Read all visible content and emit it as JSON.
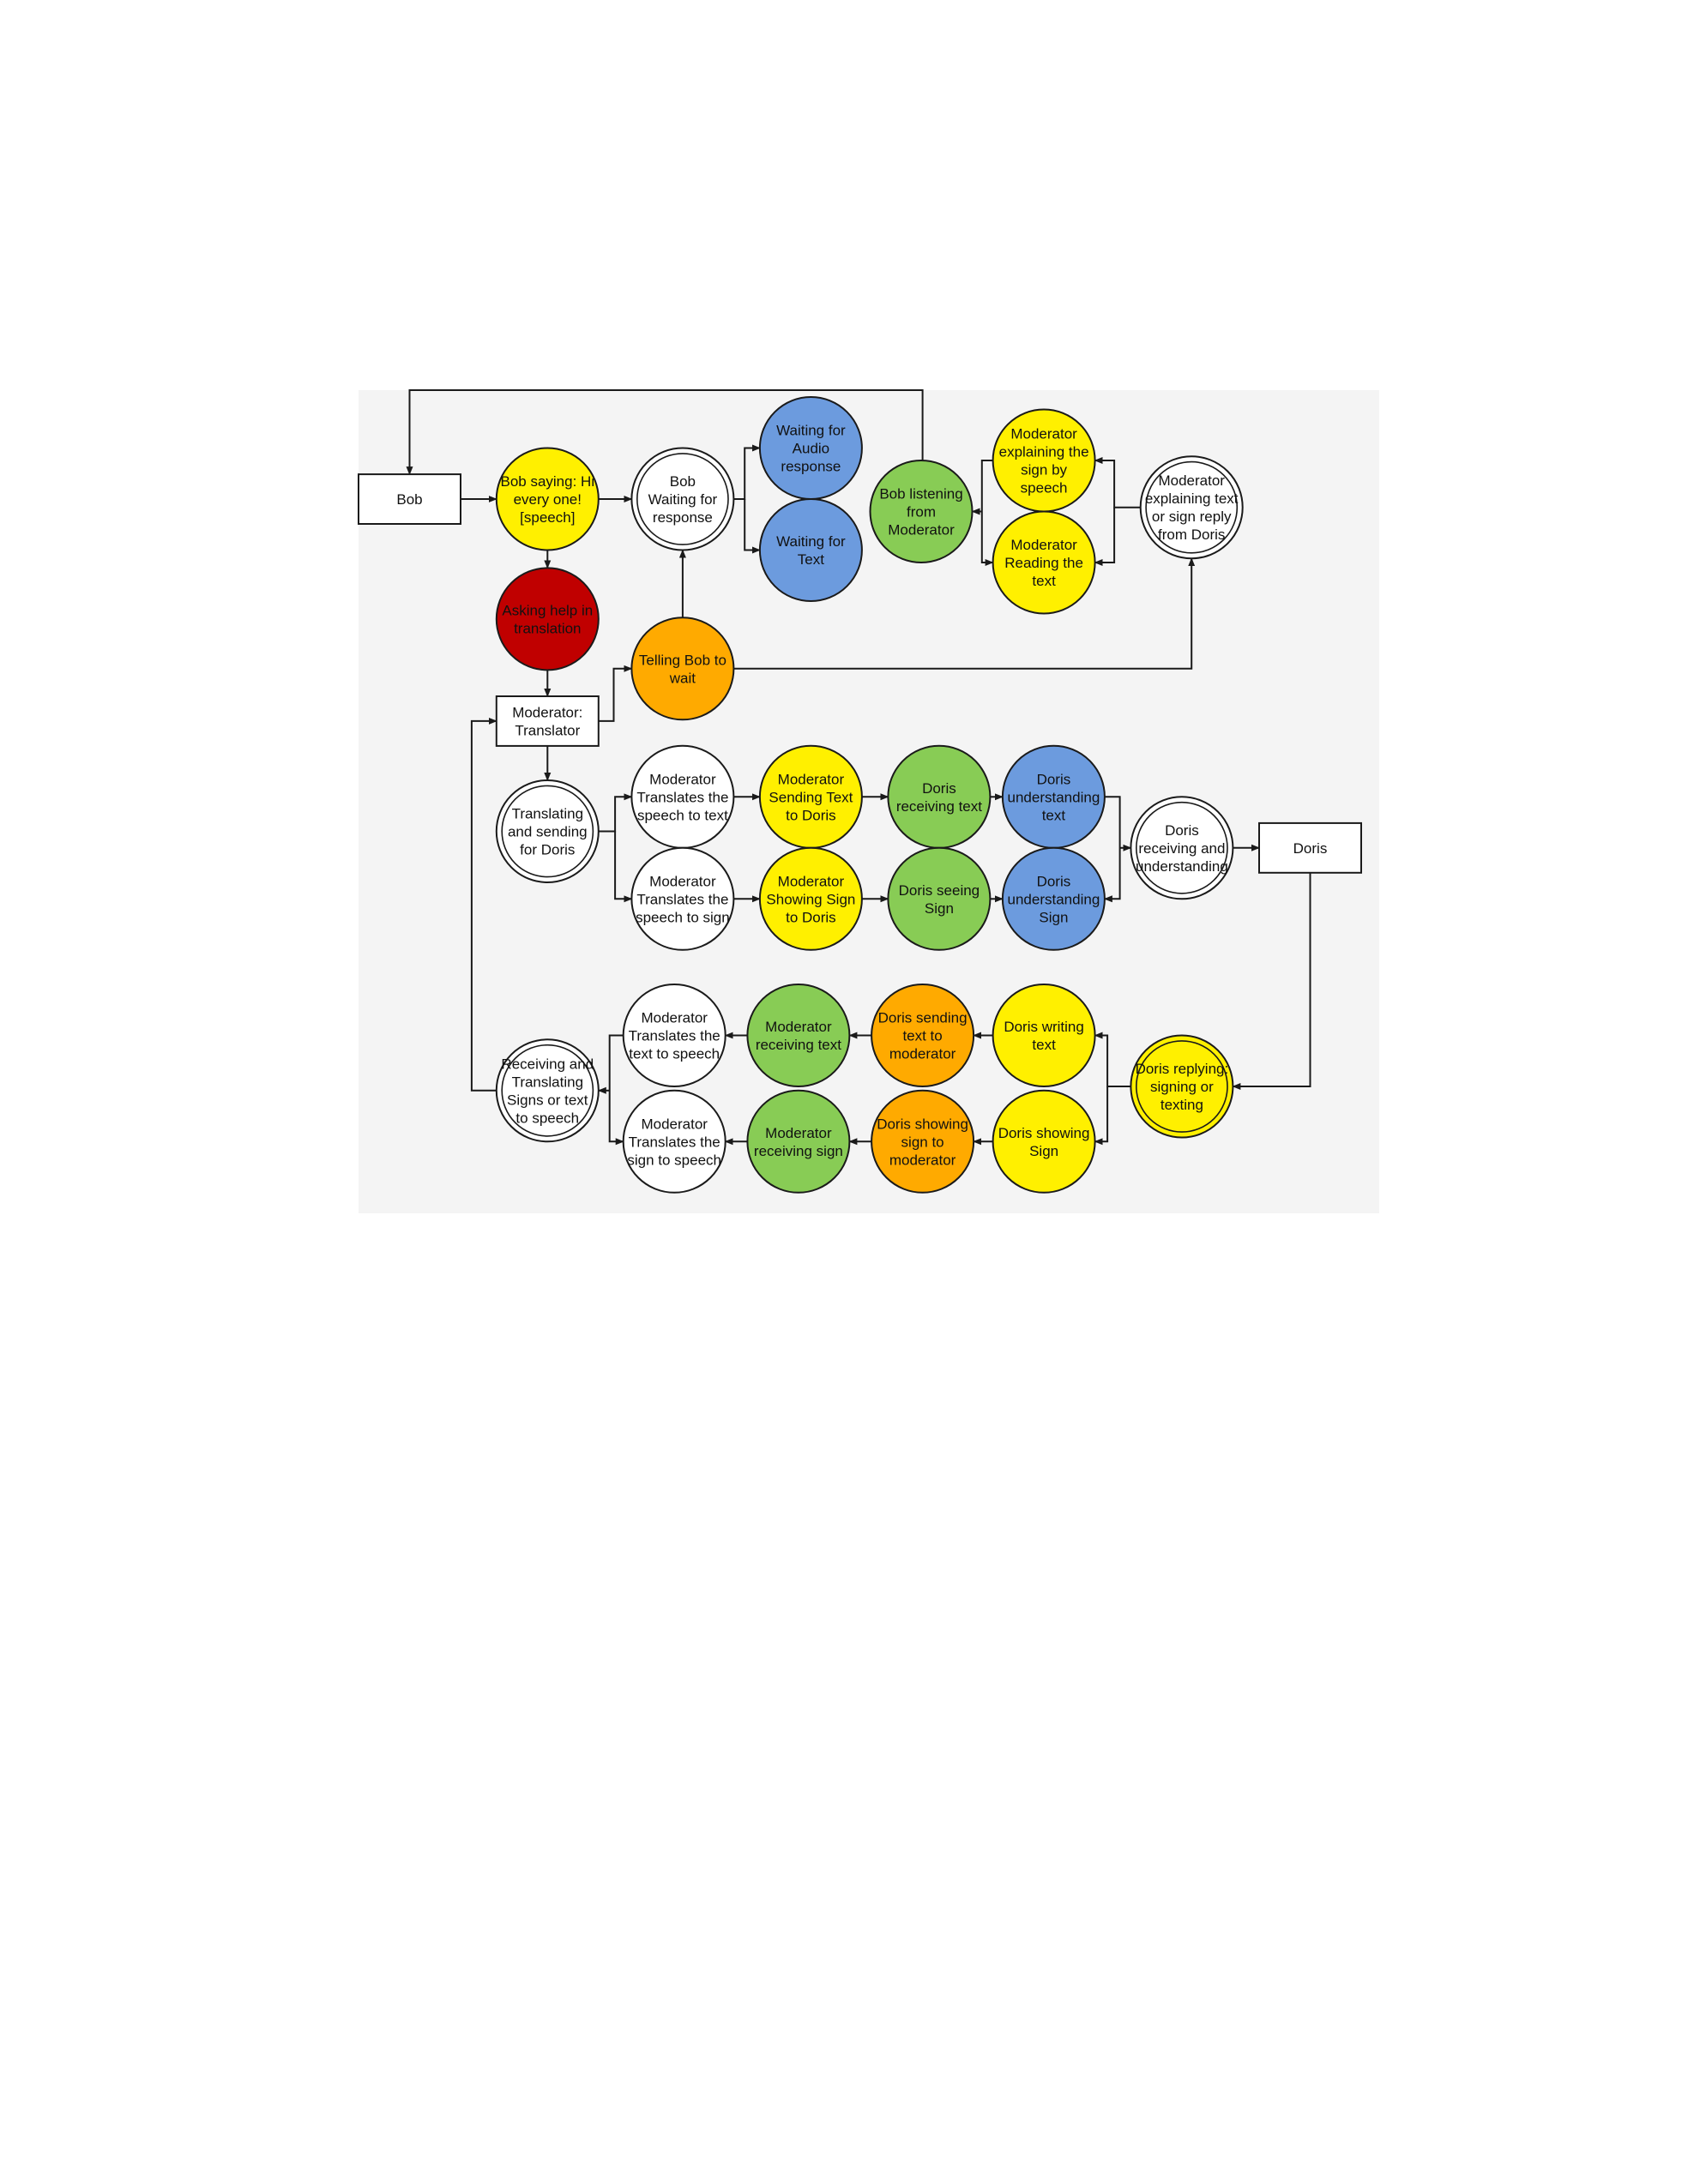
{
  "colors": {
    "yellow": "#FFF000",
    "red": "#C00000",
    "orange": "#FFAA00",
    "blue": "#6C9BDE",
    "green": "#88CC55",
    "white": "#FFFFFF",
    "stroke": "#1a1a1a",
    "background": "#F4F4F4"
  },
  "nodes": [
    {
      "id": "bob",
      "shape": "rect",
      "color": "white",
      "lines": [
        "Bob"
      ]
    },
    {
      "id": "bob_saying",
      "shape": "circle",
      "color": "yellow",
      "lines": [
        "Bob saying: Hi",
        "every one!",
        "[speech]"
      ]
    },
    {
      "id": "bob_waiting",
      "shape": "double",
      "color": "white",
      "lines": [
        "Bob",
        "Waiting for",
        "response"
      ]
    },
    {
      "id": "wait_audio",
      "shape": "circle",
      "color": "blue",
      "lines": [
        "Waiting for",
        "Audio",
        "response"
      ]
    },
    {
      "id": "wait_text",
      "shape": "circle",
      "color": "blue",
      "lines": [
        "Waiting for",
        "Text"
      ]
    },
    {
      "id": "bob_listening",
      "shape": "circle",
      "color": "green",
      "lines": [
        "Bob listening",
        "from",
        "Moderator"
      ]
    },
    {
      "id": "mod_explain_sign",
      "shape": "circle",
      "color": "yellow",
      "lines": [
        "Moderator",
        "explaining the",
        "sign by",
        "speech"
      ]
    },
    {
      "id": "mod_reading",
      "shape": "circle",
      "color": "yellow",
      "lines": [
        "Moderator",
        "Reading the",
        "text"
      ]
    },
    {
      "id": "mod_explaining_reply",
      "shape": "double",
      "color": "white",
      "lines": [
        "Moderator",
        "explaining text",
        "or sign reply",
        "from Doris"
      ]
    },
    {
      "id": "asking_help",
      "shape": "circle",
      "color": "red",
      "lines": [
        "Asking help in",
        "translation"
      ]
    },
    {
      "id": "telling_bob",
      "shape": "circle",
      "color": "orange",
      "lines": [
        "Telling Bob to",
        "wait"
      ]
    },
    {
      "id": "mod_translator",
      "shape": "rect",
      "color": "white",
      "lines": [
        "Moderator:",
        "Translator"
      ]
    },
    {
      "id": "translating_sending",
      "shape": "double",
      "color": "white",
      "lines": [
        "Translating",
        "and sending",
        "for Doris"
      ]
    },
    {
      "id": "mod_trans_text",
      "shape": "circle",
      "color": "white",
      "lines": [
        "Moderator",
        "Translates the",
        "speech to text"
      ]
    },
    {
      "id": "mod_send_text",
      "shape": "circle",
      "color": "yellow",
      "lines": [
        "Moderator",
        "Sending Text",
        "to Doris"
      ]
    },
    {
      "id": "doris_recv_text",
      "shape": "circle",
      "color": "green",
      "lines": [
        "Doris",
        "receiving text"
      ]
    },
    {
      "id": "doris_und_text",
      "shape": "circle",
      "color": "blue",
      "lines": [
        "Doris",
        "understanding",
        "text"
      ]
    },
    {
      "id": "mod_trans_sign",
      "shape": "circle",
      "color": "white",
      "lines": [
        "Moderator",
        "Translates the",
        "speech to sign"
      ]
    },
    {
      "id": "mod_show_sign",
      "shape": "circle",
      "color": "yellow",
      "lines": [
        "Moderator",
        "Showing Sign",
        "to Doris"
      ]
    },
    {
      "id": "doris_seeing",
      "shape": "circle",
      "color": "green",
      "lines": [
        "Doris seeing",
        "Sign"
      ]
    },
    {
      "id": "doris_und_sign",
      "shape": "circle",
      "color": "blue",
      "lines": [
        "Doris",
        "understanding",
        "Sign"
      ]
    },
    {
      "id": "doris_recv_und",
      "shape": "double",
      "color": "white",
      "lines": [
        "Doris",
        "receiving and",
        "understanding"
      ]
    },
    {
      "id": "doris",
      "shape": "rect",
      "color": "white",
      "lines": [
        "Doris"
      ]
    },
    {
      "id": "doris_replying",
      "shape": "double",
      "color": "yellow",
      "lines": [
        "Doris replying:",
        "signing or",
        "texting"
      ]
    },
    {
      "id": "doris_writing",
      "shape": "circle",
      "color": "yellow",
      "lines": [
        "Doris writing",
        "text"
      ]
    },
    {
      "id": "doris_send_text",
      "shape": "circle",
      "color": "orange",
      "lines": [
        "Doris sending",
        "text to",
        "moderator"
      ]
    },
    {
      "id": "mod_recv_text",
      "shape": "circle",
      "color": "green",
      "lines": [
        "Moderator",
        "receiving text"
      ]
    },
    {
      "id": "mod_trans_text_speech",
      "shape": "circle",
      "color": "white",
      "lines": [
        "Moderator",
        "Translates the",
        "text to speech"
      ]
    },
    {
      "id": "doris_showing_sign",
      "shape": "circle",
      "color": "yellow",
      "lines": [
        "Doris showing",
        "Sign"
      ]
    },
    {
      "id": "doris_show_sign_mod",
      "shape": "circle",
      "color": "orange",
      "lines": [
        "Doris showing",
        "sign to",
        "moderator"
      ]
    },
    {
      "id": "mod_recv_sign",
      "shape": "circle",
      "color": "green",
      "lines": [
        "Moderator",
        "receiving sign"
      ]
    },
    {
      "id": "mod_trans_sign_speech",
      "shape": "circle",
      "color": "white",
      "lines": [
        "Moderator",
        "Translates the",
        "sign to speech"
      ]
    },
    {
      "id": "receiving_translating",
      "shape": "double",
      "color": "white",
      "lines": [
        "Receiving and",
        "Translating",
        "Signs or text",
        "to speech"
      ]
    }
  ]
}
